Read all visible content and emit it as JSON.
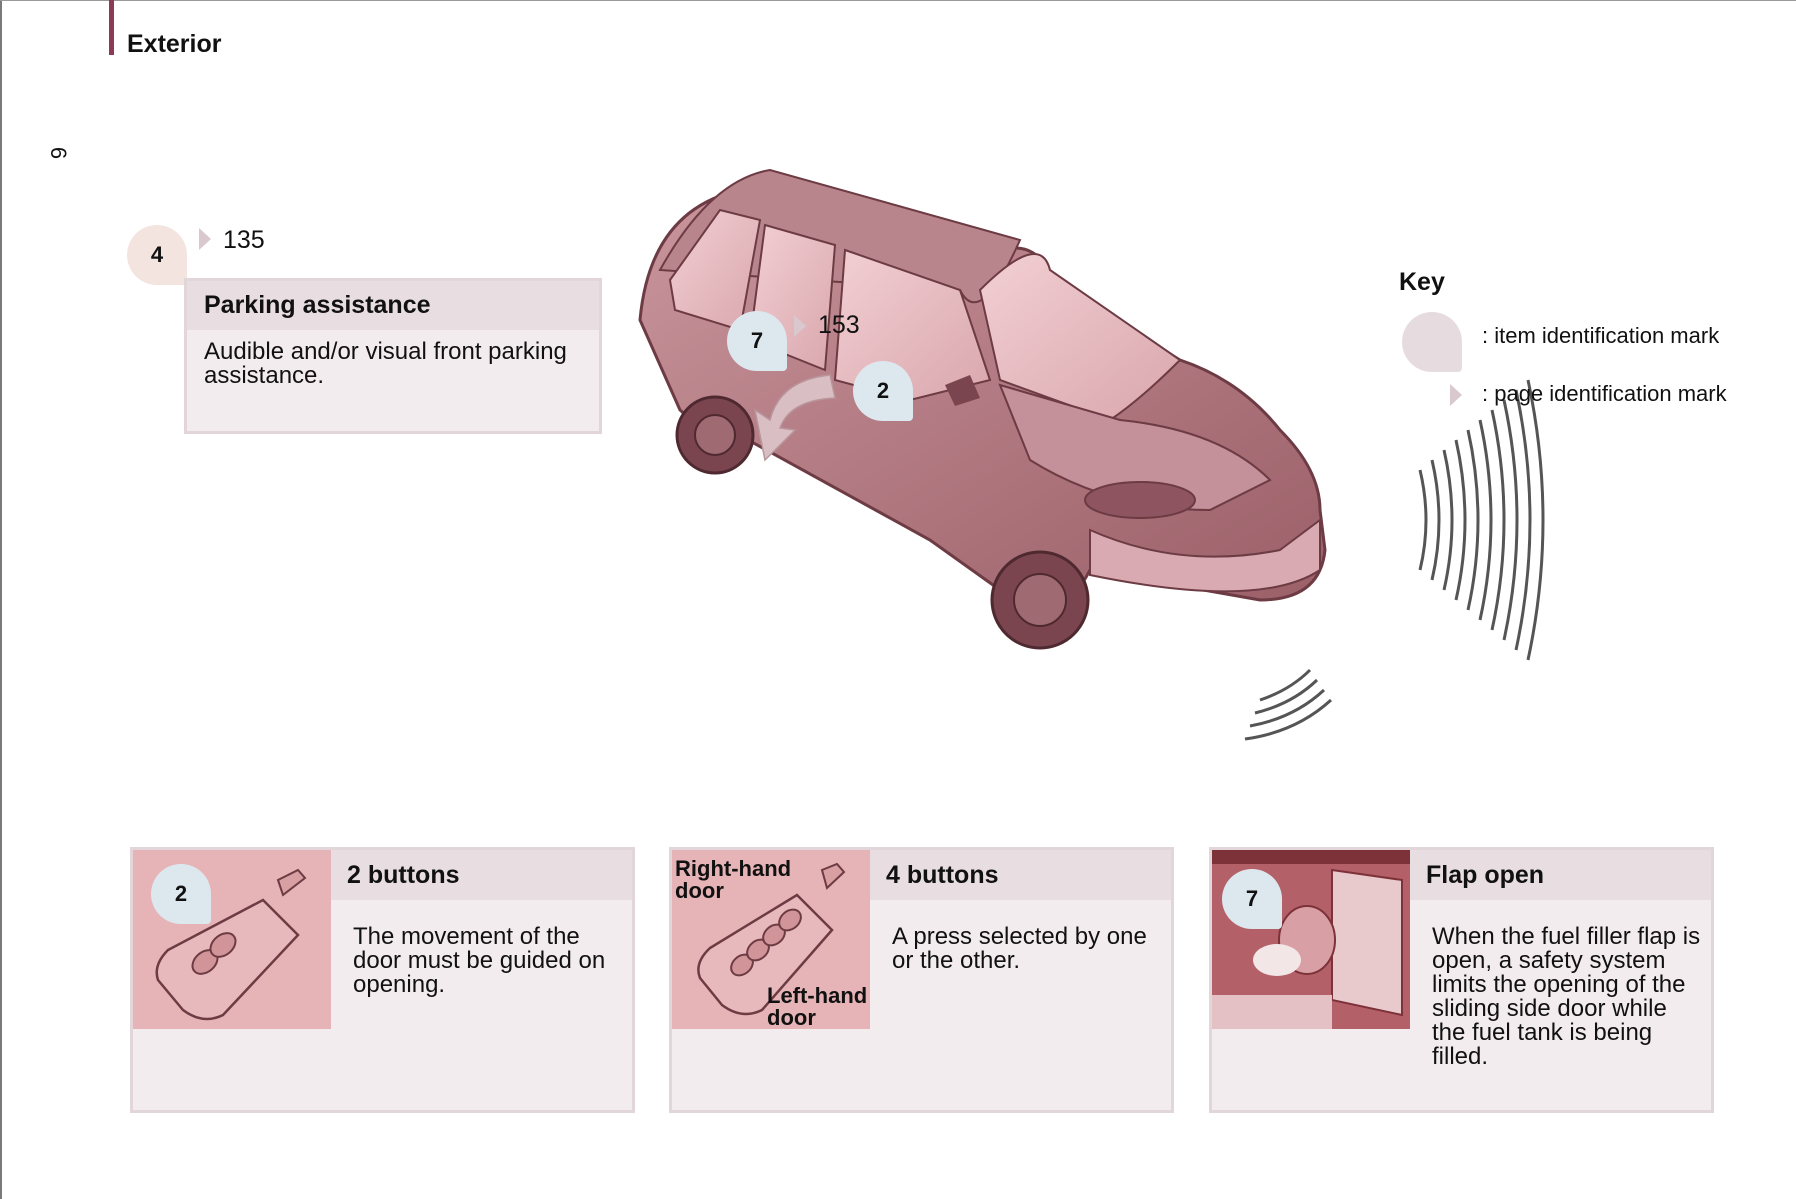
{
  "page": {
    "title": "Exterior",
    "page_number": "6"
  },
  "callouts": {
    "parking_item": "4",
    "parking_ref": "135",
    "door_item_7": "7",
    "door_ref": "153",
    "door_item_2": "2"
  },
  "parking": {
    "heading": "Parking assistance",
    "body": "Audible and/or visual front parking assistance."
  },
  "key": {
    "title": "Key",
    "item_mark": ": item identification mark",
    "page_mark": ": page identification mark"
  },
  "cards": [
    {
      "badge": "2",
      "heading": "2 buttons",
      "body": "The movement of the door must be guided on opening."
    },
    {
      "label_top": "Right-hand door",
      "label_bottom": "Left-hand door",
      "heading": "4 buttons",
      "body": "A press selected by one or the other."
    },
    {
      "badge": "7",
      "heading": "Flap open",
      "body": "When the fuel filler flap is open, a safety system limits the opening of the sliding side door while the fuel tank is being filled."
    }
  ],
  "colors": {
    "accent": "#8c3a55",
    "card_bg": "#f3ecee",
    "header_bg": "#e8dde1",
    "illustration_pink": "#e6b4b6"
  }
}
